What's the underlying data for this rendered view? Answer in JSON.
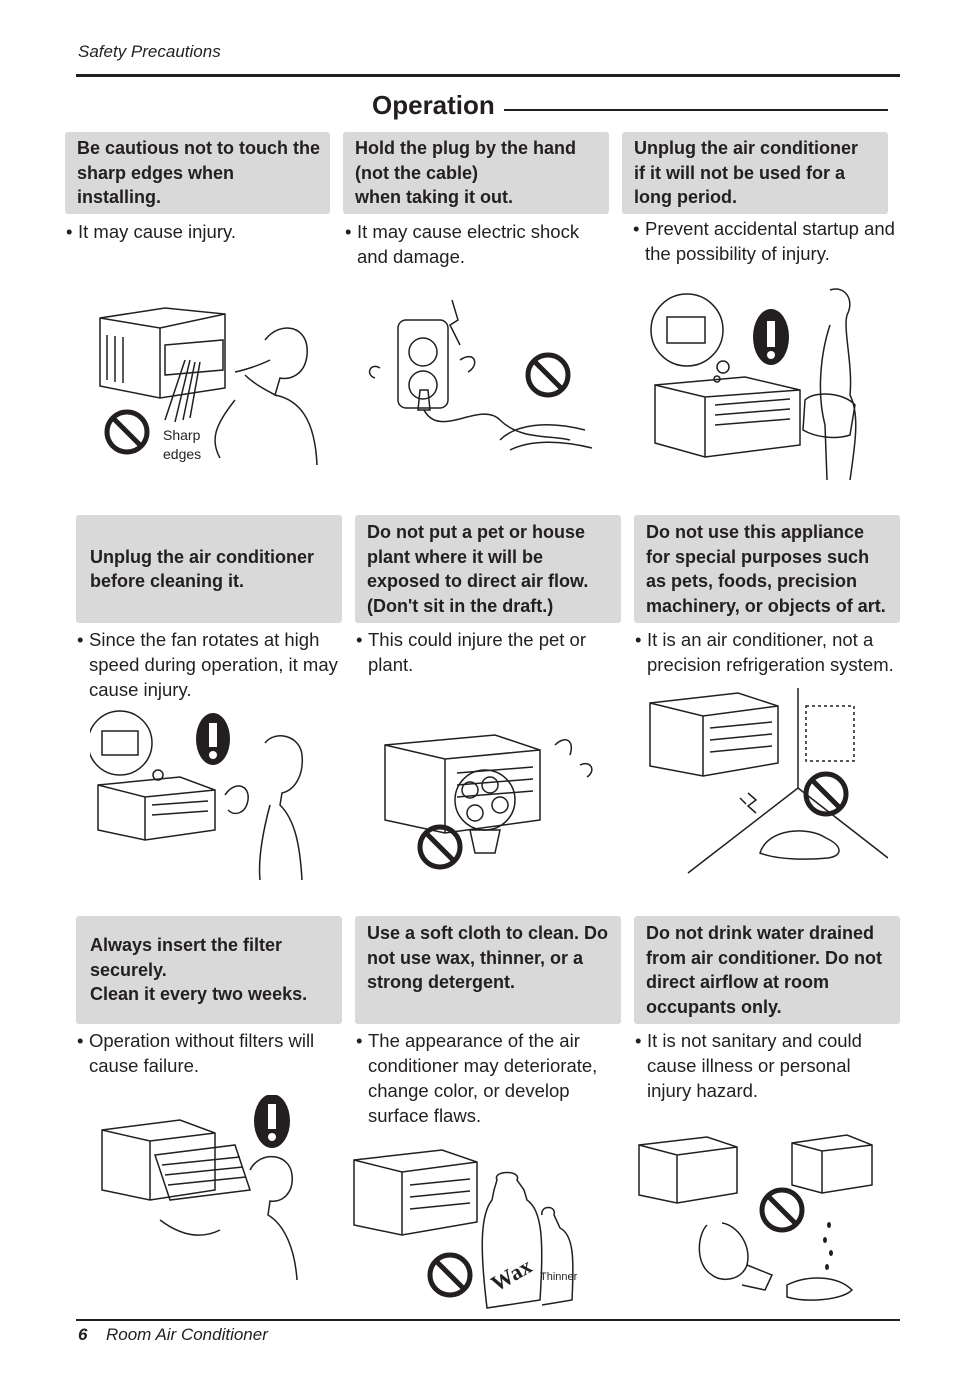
{
  "header": {
    "section": "Safety Precautions"
  },
  "section_title": "Operation",
  "cells": [
    {
      "heading": "Be cautious not to touch the\nsharp edges when\ninstalling.",
      "note": "It may cause injury.",
      "illustration": "sharp-edges-illustration",
      "label_line1": "Sharp",
      "label_line2": "edges"
    },
    {
      "heading": "Hold the plug by the hand\n(not the cable)\nwhen taking it out.",
      "note": "It may cause electric shock and damage.",
      "illustration": "plug-illustration"
    },
    {
      "heading": "Unplug the air conditioner\nif it will not be used for a\nlong period.",
      "note": "Prevent accidental startup and the possibility of injury.",
      "illustration": "long-period-illustration"
    },
    {
      "heading": "Unplug the air conditioner\nbefore cleaning it.",
      "note": "Since the fan rotates at high speed during operation, it may cause injury.",
      "illustration": "cleaning-illustration"
    },
    {
      "heading": "Do not put a pet or house\nplant where it will be\nexposed to direct air flow.\n(Don't sit in the draft.)",
      "note": "This could injure the pet or plant.",
      "illustration": "plant-illustration"
    },
    {
      "heading": "Do not use this appliance\nfor special purposes such\nas pets, foods, precision\nmachinery, or objects of art.",
      "note": "It is an air conditioner, not a precision refrigeration system.",
      "illustration": "special-purpose-illustration"
    },
    {
      "heading": "Always insert the filter\nsecurely.\nClean it every two weeks.",
      "note": "Operation without filters will cause failure.",
      "illustration": "filter-illustration"
    },
    {
      "heading": "Use a soft cloth to clean. Do\nnot use wax, thinner, or a\nstrong detergent.",
      "note": "The appearance of the air conditioner may deteriorate, change color, or develop surface flaws.",
      "illustration": "wax-thinner-illustration",
      "label_line1": "Wax",
      "label_line2": "Thinner"
    },
    {
      "heading": "Do not drink water drained\nfrom air conditioner. Do not\ndirect airflow at room\noccupants only.",
      "note": "It is not sanitary and could cause illness or personal injury hazard.",
      "illustration": "drain-water-illustration"
    }
  ],
  "footer": {
    "page_number": "6",
    "title": "Room Air Conditioner"
  }
}
